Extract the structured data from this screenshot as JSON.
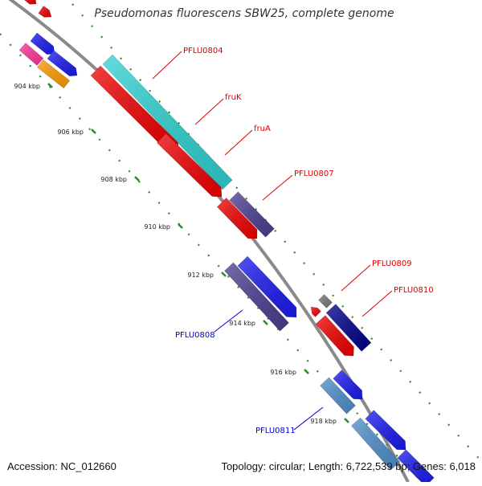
{
  "title": "Pseudomonas fluorescens SBW25, complete genome",
  "footer": {
    "accession": "Accession: NC_012660",
    "summary": "Topology: circular; Length: 6,722,539 bp; Genes: 6,018"
  },
  "ticks": [
    "904 kbp",
    "906 kbp",
    "908 kbp",
    "910 kbp",
    "912 kbp",
    "914 kbp",
    "916 kbp",
    "918 kbp"
  ],
  "gene_labels": {
    "pflu0804": "PFLU0804",
    "fruk": "fruK",
    "frua": "fruA",
    "pflu0807": "PFLU0807",
    "pflu0809": "PFLU0809",
    "pflu0810": "PFLU0810",
    "pflu0808": "PFLU0808",
    "pflu0811": "PFLU0811"
  },
  "colors": {
    "backbone": "#8a8a8a",
    "tick_dots": "#2e8b2e",
    "label_red": "#dd0000",
    "label_blue": "#0000cc",
    "cds_red": "#ee0000",
    "cyan": "#2fd0d0",
    "navy": "#000088",
    "blue": "#1a1aee",
    "slate": "#4b3d8f",
    "steel": "#4f8ec9",
    "magenta": "#ff3399",
    "orange": "#ff9900",
    "gray": "#777777"
  }
}
